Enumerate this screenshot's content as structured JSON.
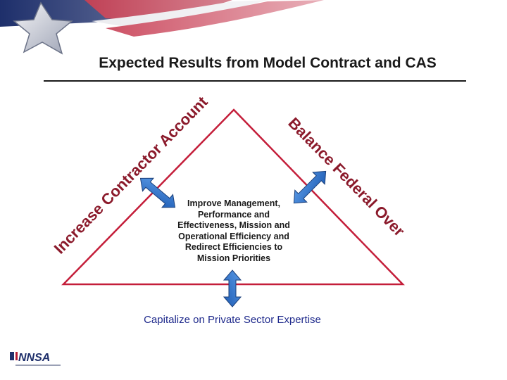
{
  "slide": {
    "title": "Expected Results from Model Contract and CAS"
  },
  "diagram": {
    "left_side_label": "Increase Contractor Accountability",
    "right_side_label": "Balance Federal Oversight",
    "center_text_lines": [
      "Improve Management,",
      "Performance and",
      "Effectiveness, Mission and",
      "Operational Efficiency and",
      "Redirect Efficiencies to",
      "Mission Priorities"
    ],
    "bottom_label": "Capitalize on Private Sector Expertise"
  },
  "logo": {
    "text": "NNSA",
    "icon": "nnsa-logo"
  },
  "colors": {
    "title": "#1a1a1a",
    "triangle_stroke": "#c41e3a",
    "side_labels": "#8b1a2b",
    "bottom_label": "#1f2a8c",
    "arrow_fill": "#2f74d0",
    "banner_red": "#b31b34",
    "banner_blue": "#1e2f6b"
  }
}
